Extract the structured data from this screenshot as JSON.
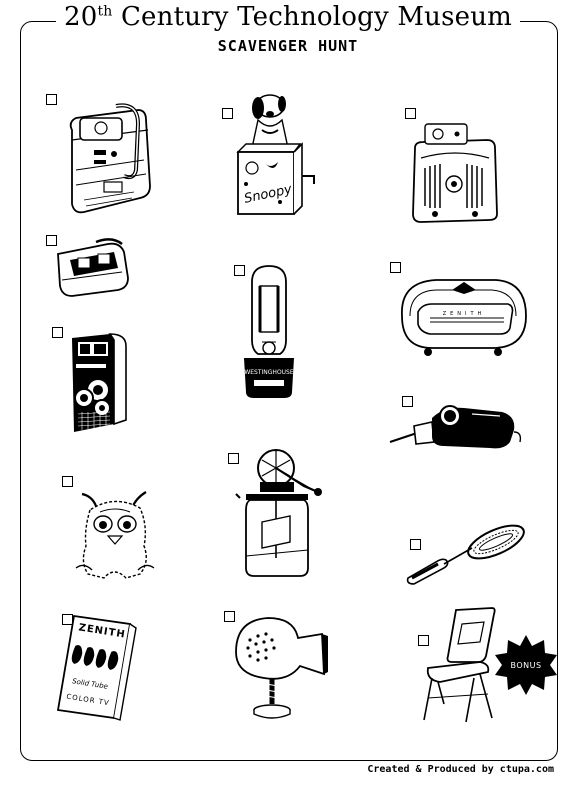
{
  "header": {
    "title_prefix": "20",
    "title_sup": "th",
    "title_rest": " Century Technology Museum",
    "subtitle": "SCAVENGER HUNT"
  },
  "items": {
    "radio_box_label": "ZENITH",
    "jack_label": "Snoopy",
    "tube_label": "WESTINGHOUSE",
    "tv_box": {
      "brand": "ZENITH",
      "line1": "Solid Tube",
      "line2": "COLOR TV"
    }
  },
  "bonus_badge": "BONUS",
  "footer": "Created & Produced by ctupa.com"
}
